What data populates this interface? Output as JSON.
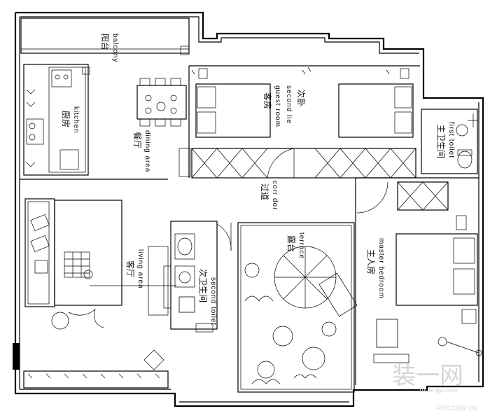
{
  "rooms": {
    "balcony": {
      "en": "balcony",
      "cn": "阳台"
    },
    "kitchen": {
      "en": "kitchen",
      "cn": "厨房"
    },
    "dining": {
      "en": "dining area",
      "cn": "餐厅"
    },
    "guest": {
      "en": "second lie",
      "en2": "guest room",
      "cn": "次卧",
      "cn2": "客房"
    },
    "toilet": {
      "en": "first toilet",
      "cn": "主卫生间"
    },
    "corridor": {
      "en": "corr dor",
      "cn": "过道"
    },
    "terrace": {
      "en": "terrace",
      "cn": "露台"
    },
    "master": {
      "en": "master bedroom",
      "cn": "主人房"
    },
    "living": {
      "en": "living area",
      "cn": "客厅"
    },
    "second_toilet": {
      "en": "second toilet",
      "cn": "次卫生间"
    }
  },
  "watermark": {
    "brand": "装一网",
    "site": "zhuangyi.com",
    "sub": "PDC.COM.CN"
  }
}
